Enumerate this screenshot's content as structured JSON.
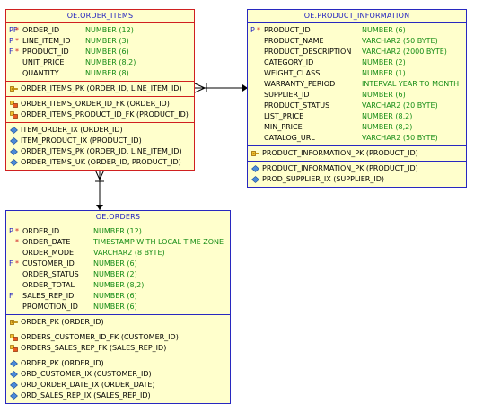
{
  "entities": {
    "order_items": {
      "title": "OE.ORDER_ITEMS",
      "columns": [
        {
          "flag": "PF",
          "req": "*",
          "name": "ORDER_ID",
          "type": "NUMBER (12)"
        },
        {
          "flag": "P",
          "req": "*",
          "name": "LINE_ITEM_ID",
          "type": "NUMBER (3)"
        },
        {
          "flag": "F",
          "req": "*",
          "name": "PRODUCT_ID",
          "type": "NUMBER (6)"
        },
        {
          "flag": "",
          "req": "",
          "name": "UNIT_PRICE",
          "type": "NUMBER (8,2)"
        },
        {
          "flag": "",
          "req": "",
          "name": "QUANTITY",
          "type": "NUMBER (8)"
        }
      ],
      "primary_keys": [
        "ORDER_ITEMS_PK (ORDER_ID, LINE_ITEM_ID)"
      ],
      "foreign_keys": [
        "ORDER_ITEMS_ORDER_ID_FK (ORDER_ID)",
        "ORDER_ITEMS_PRODUCT_ID_FK (PRODUCT_ID)"
      ],
      "indexes": [
        "ITEM_ORDER_IX (ORDER_ID)",
        "ITEM_PRODUCT_IX (PRODUCT_ID)",
        "ORDER_ITEMS_PK (ORDER_ID, LINE_ITEM_ID)",
        "ORDER_ITEMS_UK (ORDER_ID, PRODUCT_ID)"
      ]
    },
    "product_information": {
      "title": "OE.PRODUCT_INFORMATION",
      "columns": [
        {
          "flag": "P",
          "req": "*",
          "name": "PRODUCT_ID",
          "type": "NUMBER (6)"
        },
        {
          "flag": "",
          "req": "",
          "name": "PRODUCT_NAME",
          "type": "VARCHAR2 (50 BYTE)"
        },
        {
          "flag": "",
          "req": "",
          "name": "PRODUCT_DESCRIPTION",
          "type": "VARCHAR2 (2000 BYTE)"
        },
        {
          "flag": "",
          "req": "",
          "name": "CATEGORY_ID",
          "type": "NUMBER (2)"
        },
        {
          "flag": "",
          "req": "",
          "name": "WEIGHT_CLASS",
          "type": "NUMBER (1)"
        },
        {
          "flag": "",
          "req": "",
          "name": "WARRANTY_PERIOD",
          "type": "INTERVAL YEAR TO MONTH"
        },
        {
          "flag": "",
          "req": "",
          "name": "SUPPLIER_ID",
          "type": "NUMBER (6)"
        },
        {
          "flag": "",
          "req": "",
          "name": "PRODUCT_STATUS",
          "type": "VARCHAR2 (20 BYTE)"
        },
        {
          "flag": "",
          "req": "",
          "name": "LIST_PRICE",
          "type": "NUMBER (8,2)"
        },
        {
          "flag": "",
          "req": "",
          "name": "MIN_PRICE",
          "type": "NUMBER (8,2)"
        },
        {
          "flag": "",
          "req": "",
          "name": "CATALOG_URL",
          "type": "VARCHAR2 (50 BYTE)"
        }
      ],
      "primary_keys": [
        "PRODUCT_INFORMATION_PK (PRODUCT_ID)"
      ],
      "foreign_keys": [],
      "indexes": [
        "PRODUCT_INFORMATION_PK (PRODUCT_ID)",
        "PROD_SUPPLIER_IX (SUPPLIER_ID)"
      ]
    },
    "orders": {
      "title": "OE.ORDERS",
      "columns": [
        {
          "flag": "P",
          "req": "*",
          "name": "ORDER_ID",
          "type": "NUMBER (12)"
        },
        {
          "flag": "",
          "req": "*",
          "name": "ORDER_DATE",
          "type": "TIMESTAMP WITH LOCAL TIME ZONE"
        },
        {
          "flag": "",
          "req": "",
          "name": "ORDER_MODE",
          "type": "VARCHAR2 (8 BYTE)"
        },
        {
          "flag": "F",
          "req": "*",
          "name": "CUSTOMER_ID",
          "type": "NUMBER (6)"
        },
        {
          "flag": "",
          "req": "",
          "name": "ORDER_STATUS",
          "type": "NUMBER (2)"
        },
        {
          "flag": "",
          "req": "",
          "name": "ORDER_TOTAL",
          "type": "NUMBER (8,2)"
        },
        {
          "flag": "F",
          "req": "",
          "name": "SALES_REP_ID",
          "type": "NUMBER (6)"
        },
        {
          "flag": "",
          "req": "",
          "name": "PROMOTION_ID",
          "type": "NUMBER (6)"
        }
      ],
      "primary_keys": [
        "ORDER_PK (ORDER_ID)"
      ],
      "foreign_keys": [
        "ORDERS_CUSTOMER_ID_FK (CUSTOMER_ID)",
        "ORDERS_SALES_REP_FK (SALES_REP_ID)"
      ],
      "indexes": [
        "ORDER_PK (ORDER_ID)",
        "ORD_CUSTOMER_IX (CUSTOMER_ID)",
        "ORD_ORDER_DATE_IX (ORDER_DATE)",
        "ORD_SALES_REP_IX (SALES_REP_ID)"
      ]
    }
  },
  "icons": {
    "primary_key": "key-icon",
    "foreign_key": "foreign-key-icon",
    "index": "index-diamond-icon"
  },
  "colors": {
    "title": "#2020c0",
    "type": "#168c16",
    "required": "#d02020",
    "box_fill": "#ffffcc",
    "selected_border": "#d02020",
    "border": "#2828c0"
  }
}
